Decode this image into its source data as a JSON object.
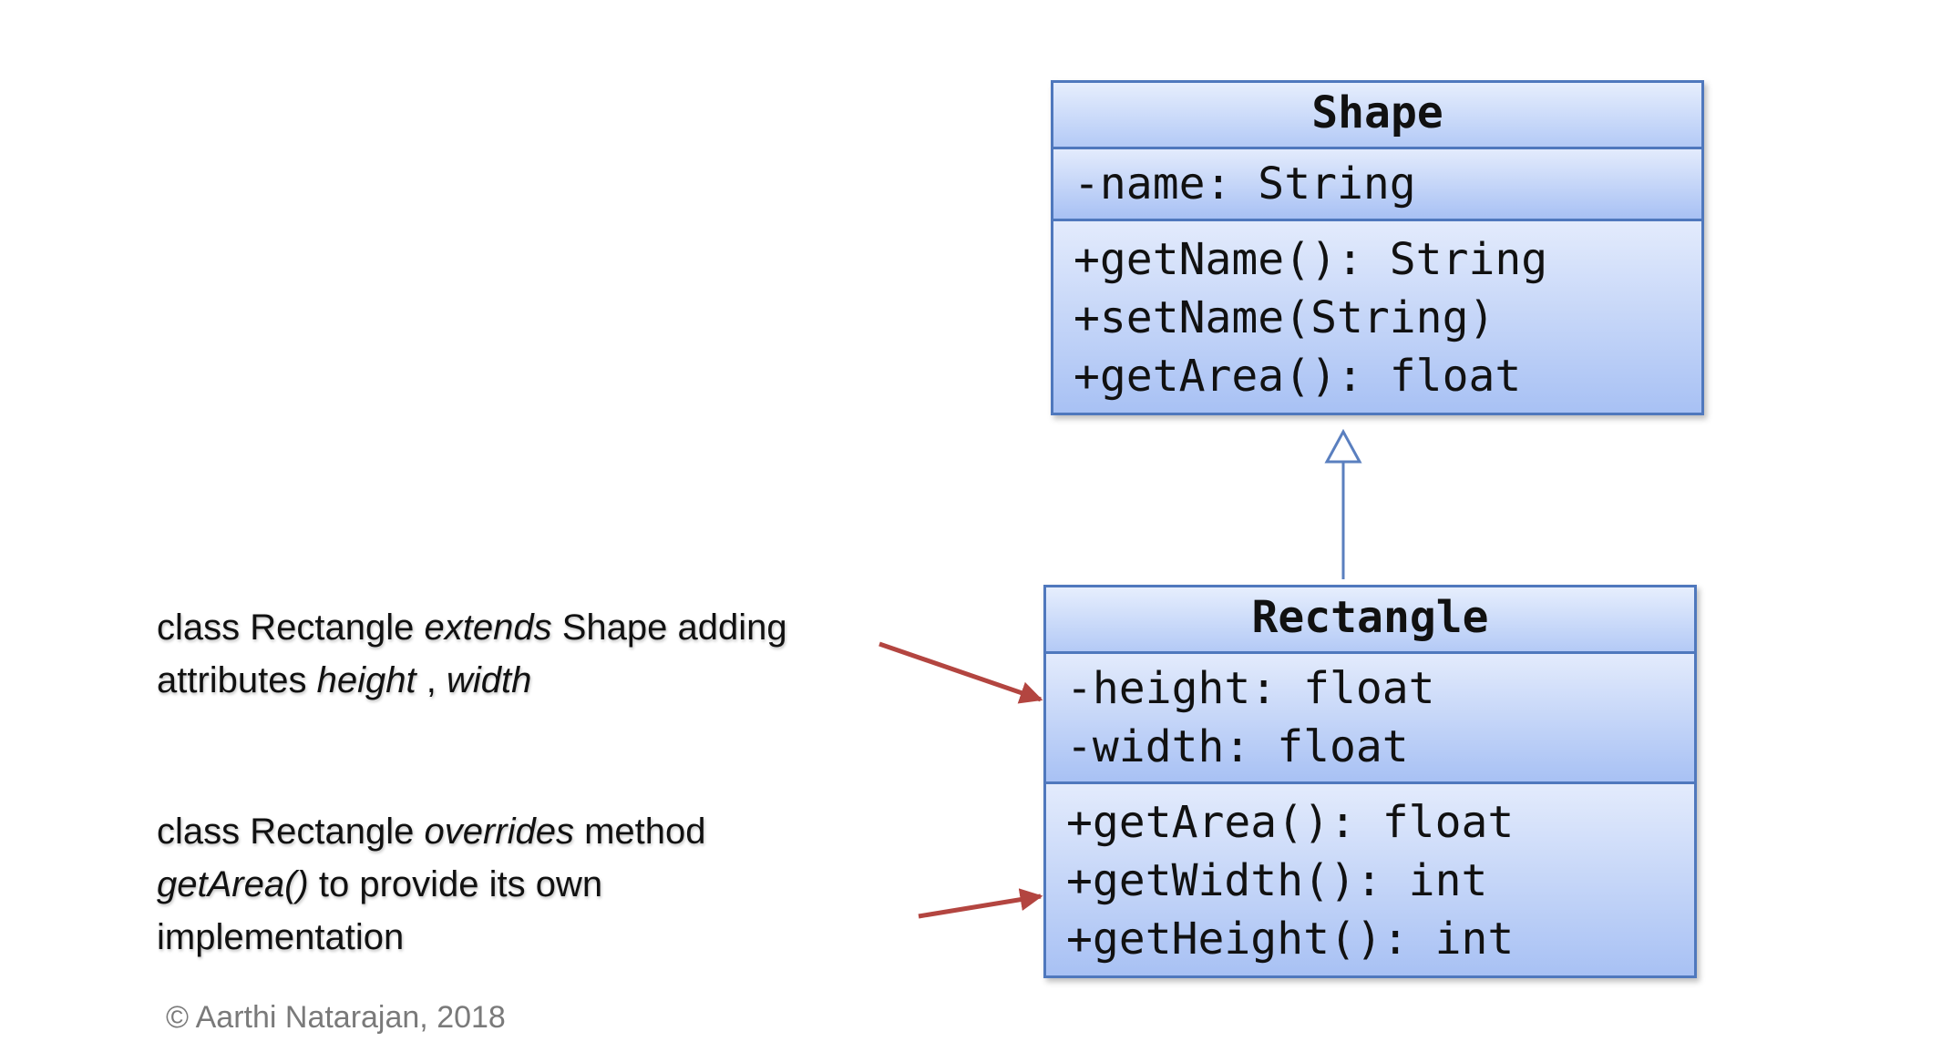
{
  "shape_class": {
    "name": "Shape",
    "attributes": [
      "-name: String"
    ],
    "methods": [
      "+getName(): String",
      "+setName(String)",
      "+getArea(): float"
    ]
  },
  "rectangle_class": {
    "name": "Rectangle",
    "attributes": [
      "-height: float",
      "-width: float"
    ],
    "methods": [
      "+getArea(): float",
      "+getWidth(): int",
      "+getHeight(): int"
    ]
  },
  "notes": {
    "extends": {
      "line1_a": "class Rectangle ",
      "line1_b": "extends",
      "line1_c": " Shape adding",
      "line2_a": "attributes ",
      "line2_b": "height",
      "line2_c": " , ",
      "line2_d": "width"
    },
    "overrides": {
      "line1_a": "class Rectangle ",
      "line1_b": "overrides",
      "line1_c": " method",
      "line2_a": "getArea()",
      "line2_b": " to provide its own",
      "line3": "implementation"
    }
  },
  "copyright": "© Aarthi Natarajan, 2018",
  "colors": {
    "class_border": "#4f78bd",
    "arrow_red": "#b34540",
    "inheritance_line": "#5a7fbf"
  }
}
